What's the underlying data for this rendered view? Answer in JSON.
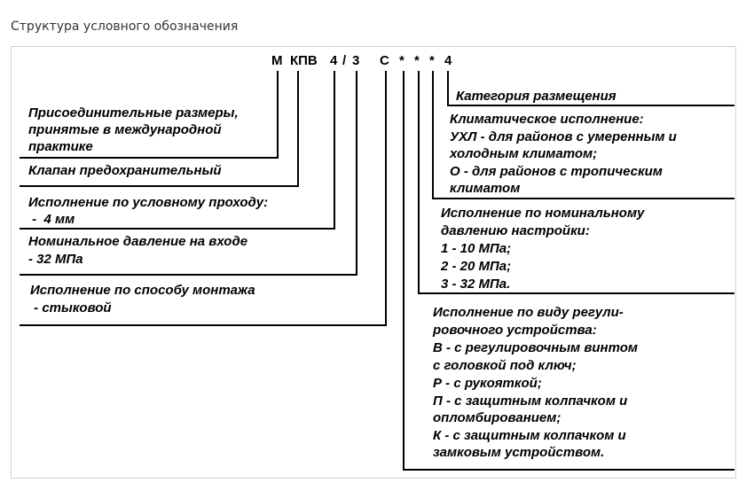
{
  "page": {
    "title": "Структура условного обозначения"
  },
  "code_parts": [
    "М",
    "КПВ",
    "4",
    "/",
    "3",
    "С",
    "*",
    "*",
    "*",
    "4"
  ],
  "descriptions": {
    "connection_sizes": [
      "Присоединительные размеры,",
      "принятые в международной",
      "практике"
    ],
    "safety_valve": [
      "Клапан предохранительный"
    ],
    "nominal_bore": [
      "Исполнение по условному проходу:",
      " -  4 мм"
    ],
    "inlet_pressure": [
      "Номинальное давление на входе",
      "- 32 МПа"
    ],
    "mounting": [
      "Исполнение по способу монтажа",
      " - стыковой"
    ],
    "placement_category": [
      "Категория размещения"
    ],
    "climatic_version": [
      "Климатическое исполнение:",
      "УХЛ - для районов с умеренным и",
      "холодным климатом;",
      "О - для районов с тропическим",
      "климатом"
    ],
    "setting_pressure": [
      "Исполнение по номинальному",
      "давлению настройки:",
      "1 - 10 МПа;",
      "2 - 20 МПа;",
      "3 - 32 МПа."
    ],
    "regulating_device": [
      "Исполнение по виду регули-",
      "ровочного устройства:",
      "В - с регулировочным винтом",
      "с головкой под ключ;",
      "Р - с рукояткой;",
      "П - с защитным колпачком и",
      "опломбированием;",
      "К - с защитным колпачком и",
      "замковым устройством."
    ]
  }
}
